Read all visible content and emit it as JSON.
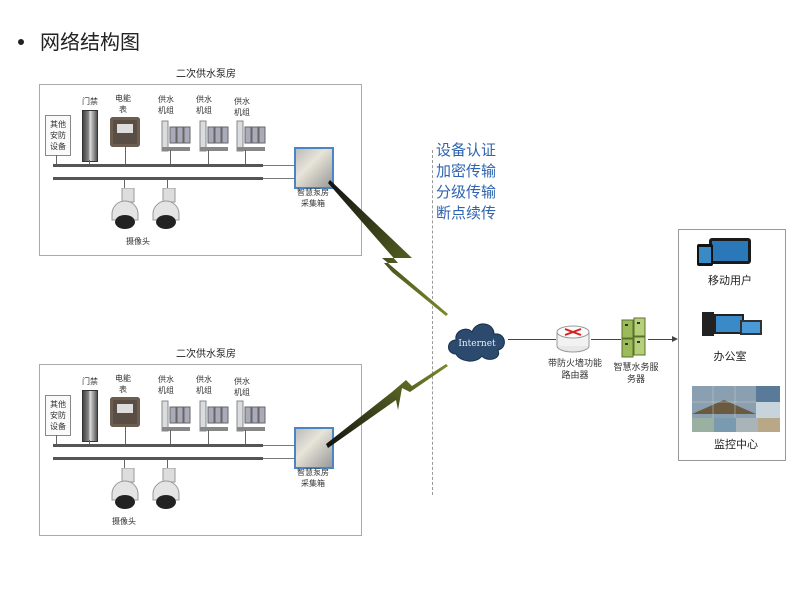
{
  "title": "网络结构图",
  "rooms": [
    {
      "label": "二次供水泵房",
      "devices": {
        "other": "其他安防设备",
        "door": "门禁",
        "meter": "电能表",
        "pumps": [
          "供水机组",
          "供水机组",
          "供水机组"
        ],
        "cameras_label": "摄像头",
        "collector": "智慧泵房采集箱"
      }
    },
    {
      "label": "二次供水泵房",
      "devices": {
        "other": "其他安防设备",
        "door": "门禁",
        "meter": "电能表",
        "pumps": [
          "供水机组",
          "供水机组",
          "供水机组"
        ],
        "cameras_label": "摄像头",
        "collector": "智慧泵房采集箱"
      }
    }
  ],
  "security_features": [
    "设备认证",
    "加密传输",
    "分级传输",
    "断点续传"
  ],
  "network": {
    "internet_label": "Internet",
    "router_label": "带防火墙功能路由器",
    "server_label": "智慧水务服务器"
  },
  "clients": [
    "移动用户",
    "办公室",
    "监控中心"
  ],
  "colors": {
    "accent_text": "#2e64b0",
    "collector_border": "#4a86c5",
    "router_arrows": "#d62020",
    "server_green": "#9bbb59",
    "cloud": "#2b4a6e"
  }
}
